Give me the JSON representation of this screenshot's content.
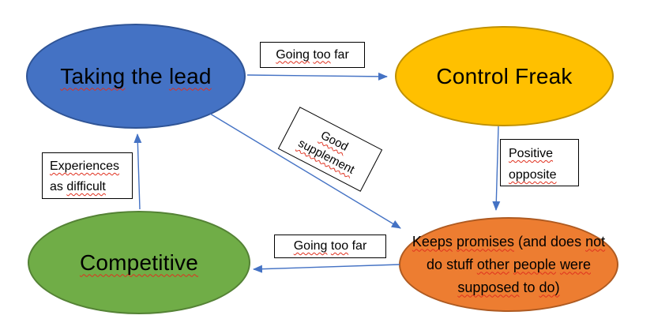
{
  "canvas": {
    "background": "#FFFFFF"
  },
  "colors": {
    "background": "#FFFFFF",
    "node_blue_fill": "#4472C4",
    "node_blue_border": "#2F5496",
    "node_yellow_fill": "#FFC000",
    "node_yellow_border": "#BF9000",
    "node_green_fill": "#70AD47",
    "node_green_border": "#548235",
    "node_orange_fill": "#ED7D31",
    "node_orange_border": "#AE5A21",
    "arrow": "#4472C4",
    "label_box_border": "#000000",
    "spellcheck_red": "#E0301E",
    "text": "#000000"
  },
  "nodes": {
    "taking_the_lead": {
      "label": "Taking the lead",
      "fill": "#4472C4",
      "words": [
        {
          "t": "Taking",
          "sq": true
        },
        {
          "t": "the",
          "sq": false
        },
        {
          "t": "lead",
          "sq": true
        }
      ]
    },
    "control_freak": {
      "label": "Control Freak",
      "fill": "#FFC000",
      "words": [
        {
          "t": "Control",
          "sq": false
        },
        {
          "t": "Freak",
          "sq": false
        }
      ]
    },
    "competitive": {
      "label": "Competitive",
      "fill": "#70AD47",
      "words": [
        {
          "t": "Competitive",
          "sq": true
        }
      ]
    },
    "keeps_promises": {
      "label": "Keeps promises (and does not do stuff other people were supposed to do)",
      "fill": "#ED7D31",
      "lines": [
        [
          {
            "t": "Keeps",
            "sq": true
          },
          {
            "t": "promises",
            "sq": true
          },
          {
            "t": "(and",
            "sq": false
          },
          {
            "t": "does",
            "sq": false
          },
          {
            "t": "not",
            "sq": true
          }
        ],
        [
          {
            "t": "do",
            "sq": false
          },
          {
            "t": "stuff",
            "sq": false
          },
          {
            "t": "other",
            "sq": true
          },
          {
            "t": "people",
            "sq": true
          },
          {
            "t": "were",
            "sq": true
          }
        ],
        [
          {
            "t": "supposed",
            "sq": true
          },
          {
            "t": "to",
            "sq": false
          },
          {
            "t": "do)",
            "sq": true
          }
        ]
      ]
    }
  },
  "edge_labels": {
    "going_too_far_top": {
      "label": "Going too far",
      "lines": [
        [
          {
            "t": "Going",
            "sq": true
          },
          {
            "t": "too",
            "sq": true
          },
          {
            "t": "far",
            "sq": false
          }
        ]
      ]
    },
    "going_too_far_bottom": {
      "label": "Going too far",
      "lines": [
        [
          {
            "t": "Going",
            "sq": true
          },
          {
            "t": "too",
            "sq": true
          },
          {
            "t": "far",
            "sq": false
          }
        ]
      ]
    },
    "positive_opposite": {
      "label": "Positive opposite",
      "lines": [
        [
          {
            "t": "Positive",
            "sq": true
          }
        ],
        [
          {
            "t": "opposite",
            "sq": true
          }
        ]
      ]
    },
    "experiences_as_difficult": {
      "label": "Experiences as difficult",
      "lines": [
        [
          {
            "t": "Experiences",
            "sq": true
          }
        ],
        [
          {
            "t": "as",
            "sq": false
          },
          {
            "t": "difficult",
            "sq": true
          }
        ]
      ]
    },
    "good_supplement": {
      "label": "Good supplement",
      "lines": [
        [
          {
            "t": "Good",
            "sq": true
          }
        ],
        [
          {
            "t": "supplement",
            "sq": true
          }
        ]
      ]
    }
  },
  "edges": [
    {
      "from": "Taking the lead",
      "to": "Control Freak",
      "label": "Going too far"
    },
    {
      "from": "Control Freak",
      "to": "Keeps promises (and does not do stuff other people were supposed to do)",
      "label": "Positive opposite"
    },
    {
      "from": "Keeps promises (and does not do stuff other people were supposed to do)",
      "to": "Competitive",
      "label": "Going too far"
    },
    {
      "from": "Competitive",
      "to": "Taking the lead",
      "label": "Experiences as difficult"
    },
    {
      "from": "Taking the lead",
      "to": "Keeps promises (and does not do stuff other people were supposed to do)",
      "label": "Good supplement"
    }
  ]
}
